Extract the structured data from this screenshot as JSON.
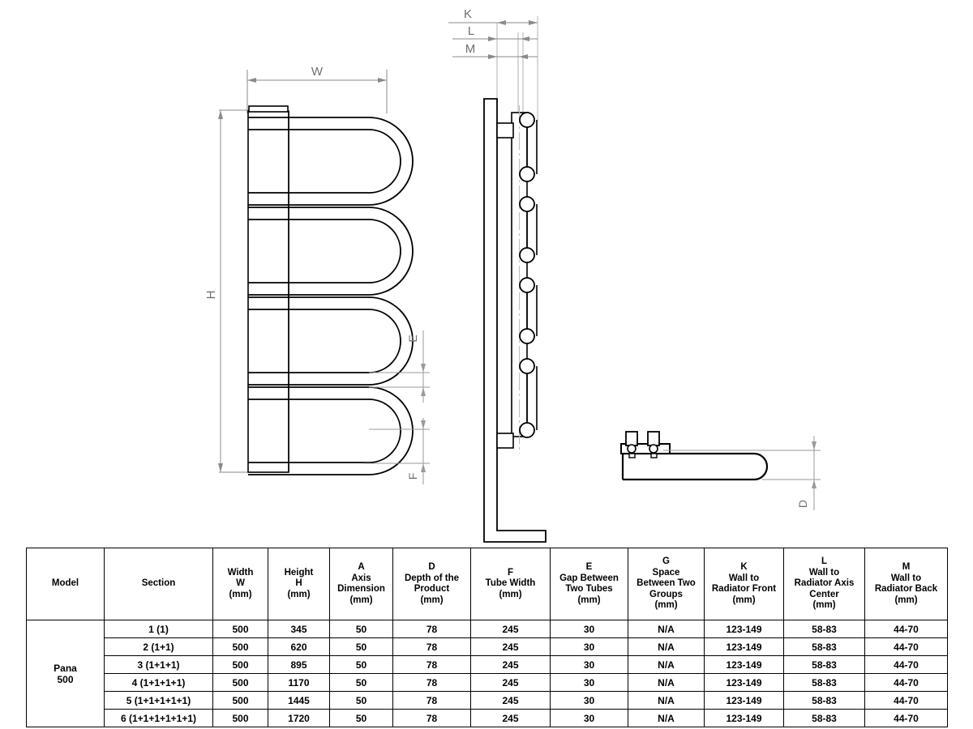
{
  "document": {
    "kind": "technical-drawing",
    "product": "Pana 500 towel radiator dimension drawing"
  },
  "drawing": {
    "front_view": {
      "labels": {
        "width": "W",
        "height": "H",
        "gap_between_tubes": "E",
        "tube_width_bottom": "F"
      },
      "loop_count": 4
    },
    "side_view": {
      "labels": {
        "wall_to_front": "K",
        "wall_to_axis_center": "L",
        "wall_to_back": "M"
      },
      "tube_end_count": 8
    },
    "top_view": {
      "labels": {
        "depth": "D"
      },
      "valve_count": 2
    }
  },
  "table": {
    "headers": [
      {
        "key": "model",
        "lines": [
          "Model"
        ]
      },
      {
        "key": "section",
        "lines": [
          "Section"
        ]
      },
      {
        "key": "width",
        "lines": [
          "Width",
          "W",
          "(mm)"
        ]
      },
      {
        "key": "height",
        "lines": [
          "Height",
          "H",
          "(mm)"
        ]
      },
      {
        "key": "axis",
        "lines": [
          "A",
          "Axis",
          "Dimension",
          "(mm)"
        ]
      },
      {
        "key": "depth",
        "lines": [
          "D",
          "Depth of the",
          "Product",
          "(mm)"
        ]
      },
      {
        "key": "tube",
        "lines": [
          "F",
          "Tube Width",
          "(mm)"
        ]
      },
      {
        "key": "gap",
        "lines": [
          "E",
          "Gap Between",
          "Two Tubes",
          "(mm)"
        ]
      },
      {
        "key": "space",
        "lines": [
          "G",
          "Space",
          "Between Two",
          "Groups",
          "(mm)"
        ]
      },
      {
        "key": "wallfront",
        "lines": [
          "K",
          "Wall to",
          "Radiator Front",
          "(mm)"
        ]
      },
      {
        "key": "wallaxis",
        "lines": [
          "L",
          "Wall to",
          "Radiator  Axis",
          "Center",
          "(mm)"
        ]
      },
      {
        "key": "wallback",
        "lines": [
          "M",
          "Wall to",
          "Radiator  Back",
          "(mm)"
        ]
      }
    ],
    "model": "Pana\n500",
    "model_line1": "Pana",
    "model_line2": "500",
    "rows": [
      {
        "section": "1 (1)",
        "width": "500",
        "height": "345",
        "axis": "50",
        "depth": "78",
        "tube": "245",
        "gap": "30",
        "space": "N/A",
        "wallfront": "123-149",
        "wallaxis": "58-83",
        "wallback": "44-70"
      },
      {
        "section": "2 (1+1)",
        "width": "500",
        "height": "620",
        "axis": "50",
        "depth": "78",
        "tube": "245",
        "gap": "30",
        "space": "N/A",
        "wallfront": "123-149",
        "wallaxis": "58-83",
        "wallback": "44-70"
      },
      {
        "section": "3 (1+1+1)",
        "width": "500",
        "height": "895",
        "axis": "50",
        "depth": "78",
        "tube": "245",
        "gap": "30",
        "space": "N/A",
        "wallfront": "123-149",
        "wallaxis": "58-83",
        "wallback": "44-70"
      },
      {
        "section": "4 (1+1+1+1)",
        "width": "500",
        "height": "1170",
        "axis": "50",
        "depth": "78",
        "tube": "245",
        "gap": "30",
        "space": "N/A",
        "wallfront": "123-149",
        "wallaxis": "58-83",
        "wallback": "44-70"
      },
      {
        "section": "5 (1+1+1+1+1)",
        "width": "500",
        "height": "1445",
        "axis": "50",
        "depth": "78",
        "tube": "245",
        "gap": "30",
        "space": "N/A",
        "wallfront": "123-149",
        "wallaxis": "58-83",
        "wallback": "44-70"
      },
      {
        "section": "6 (1+1+1+1+1+1)",
        "width": "500",
        "height": "1720",
        "axis": "50",
        "depth": "78",
        "tube": "245",
        "gap": "30",
        "space": "N/A",
        "wallfront": "123-149",
        "wallaxis": "58-83",
        "wallback": "44-70"
      }
    ]
  },
  "colors": {
    "outline": "#000000",
    "dimension": "#808080",
    "centerline": "#b4b4b4",
    "background": "#ffffff"
  }
}
